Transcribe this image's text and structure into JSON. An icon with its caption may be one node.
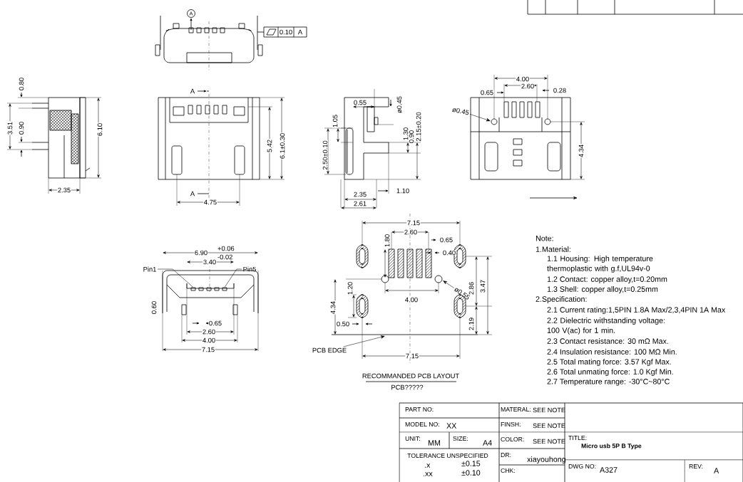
{
  "diagram": {
    "nodes": [
      {
        "text": [
          "Pin1"
        ]
      },
      {
        "text": [
          "Pin5"
        ]
      },
      {
        "text": [
          "ø0.45"
        ]
      },
      {
        "text": [
          "ø0.55"
        ]
      },
      {
        "text": [
          "PCB EDGE"
        ]
      },
      {
        "text": [],
        "shape": "box"
      },
      {
        "text": [],
        "shape": "box"
      }
    ],
    "edges": [
      {
        "from": 0,
        "to": 5,
        "arrow": "none"
      },
      {
        "from": 1,
        "to": 6,
        "arrow": "none"
      },
      {
        "from": 2,
        "to": null,
        "arrow": "to"
      },
      {
        "from": 3,
        "to": null,
        "arrow": "to"
      },
      {
        "from": 4,
        "to": null,
        "arrow": "to"
      }
    ],
    "labels": [
      "A",
      "0.10",
      "A",
      "0.80",
      "3.51",
      "0.90",
      "6.10",
      "2.35",
      "A",
      "5.42",
      "6.1±0.30",
      "A",
      "4.75",
      "0.55",
      "ø0.45",
      "1.05",
      "2.50±0.10",
      "1.30",
      "0.90",
      "2.15±0.20",
      "1.10",
      "2.35",
      "2.61",
      "4.00",
      "0.65",
      "2.60",
      "0.28",
      "4.34",
      "6.90",
      "+0.06",
      "-0.02",
      "3.40",
      "0.60",
      "0.65",
      "2.60",
      "4.00",
      "7.15",
      "7.15",
      "1.80",
      "2.60",
      "0.65",
      "0.40",
      "1.20",
      "4.34",
      "4.00",
      "2.86",
      "3.47",
      "0.50",
      "2.19",
      "7.15",
      "RECOMMANDED PCB LAYOUT",
      "PCB?????",
      "Note:",
      "1.Material:",
      "1.1 Housing: High temperature thermoplastic with g.f,UL94v-0",
      "1.2 Contact: copper alloy,t=0.20mm",
      "1.3 Shell: copper alloy,t=0.25mm",
      "2.Specification:",
      "2.1 Current rating:1,5PIN 1.8A Max/2,3,4PIN 1A Max",
      "2.2 Dielectric withstanding voltage: 100 V(ac) for 1 min.",
      "2.3 Contact resistance: 30 mΩ Max.",
      "2.4 Insulation resistance: 100 MΩ Min.",
      "2.5 Total mating force: 3.57 Kgf Max.",
      "2.6 Total unmating force: 1.0 Kgf Min.",
      "2.7 Temperature range: -30°C~80°C",
      "PART NO:",
      "MATERAL:",
      "SEE NOTE",
      "MODEL NO:",
      "XX",
      "FINSH:",
      "SEE NOTE",
      "UNIT:",
      "MM",
      "SIZE:",
      "A4",
      "COLOR:",
      "SEE NOTE",
      "TOLERANCE UNSPECIFIED",
      "DR:",
      "xiayouhong",
      ".x",
      "±0.15",
      ".xx",
      "±0.10",
      "CHK:",
      "TITLE:",
      "Micro usb 5P B Type",
      "DWG NO:",
      "A327",
      "REV:",
      "A"
    ]
  }
}
